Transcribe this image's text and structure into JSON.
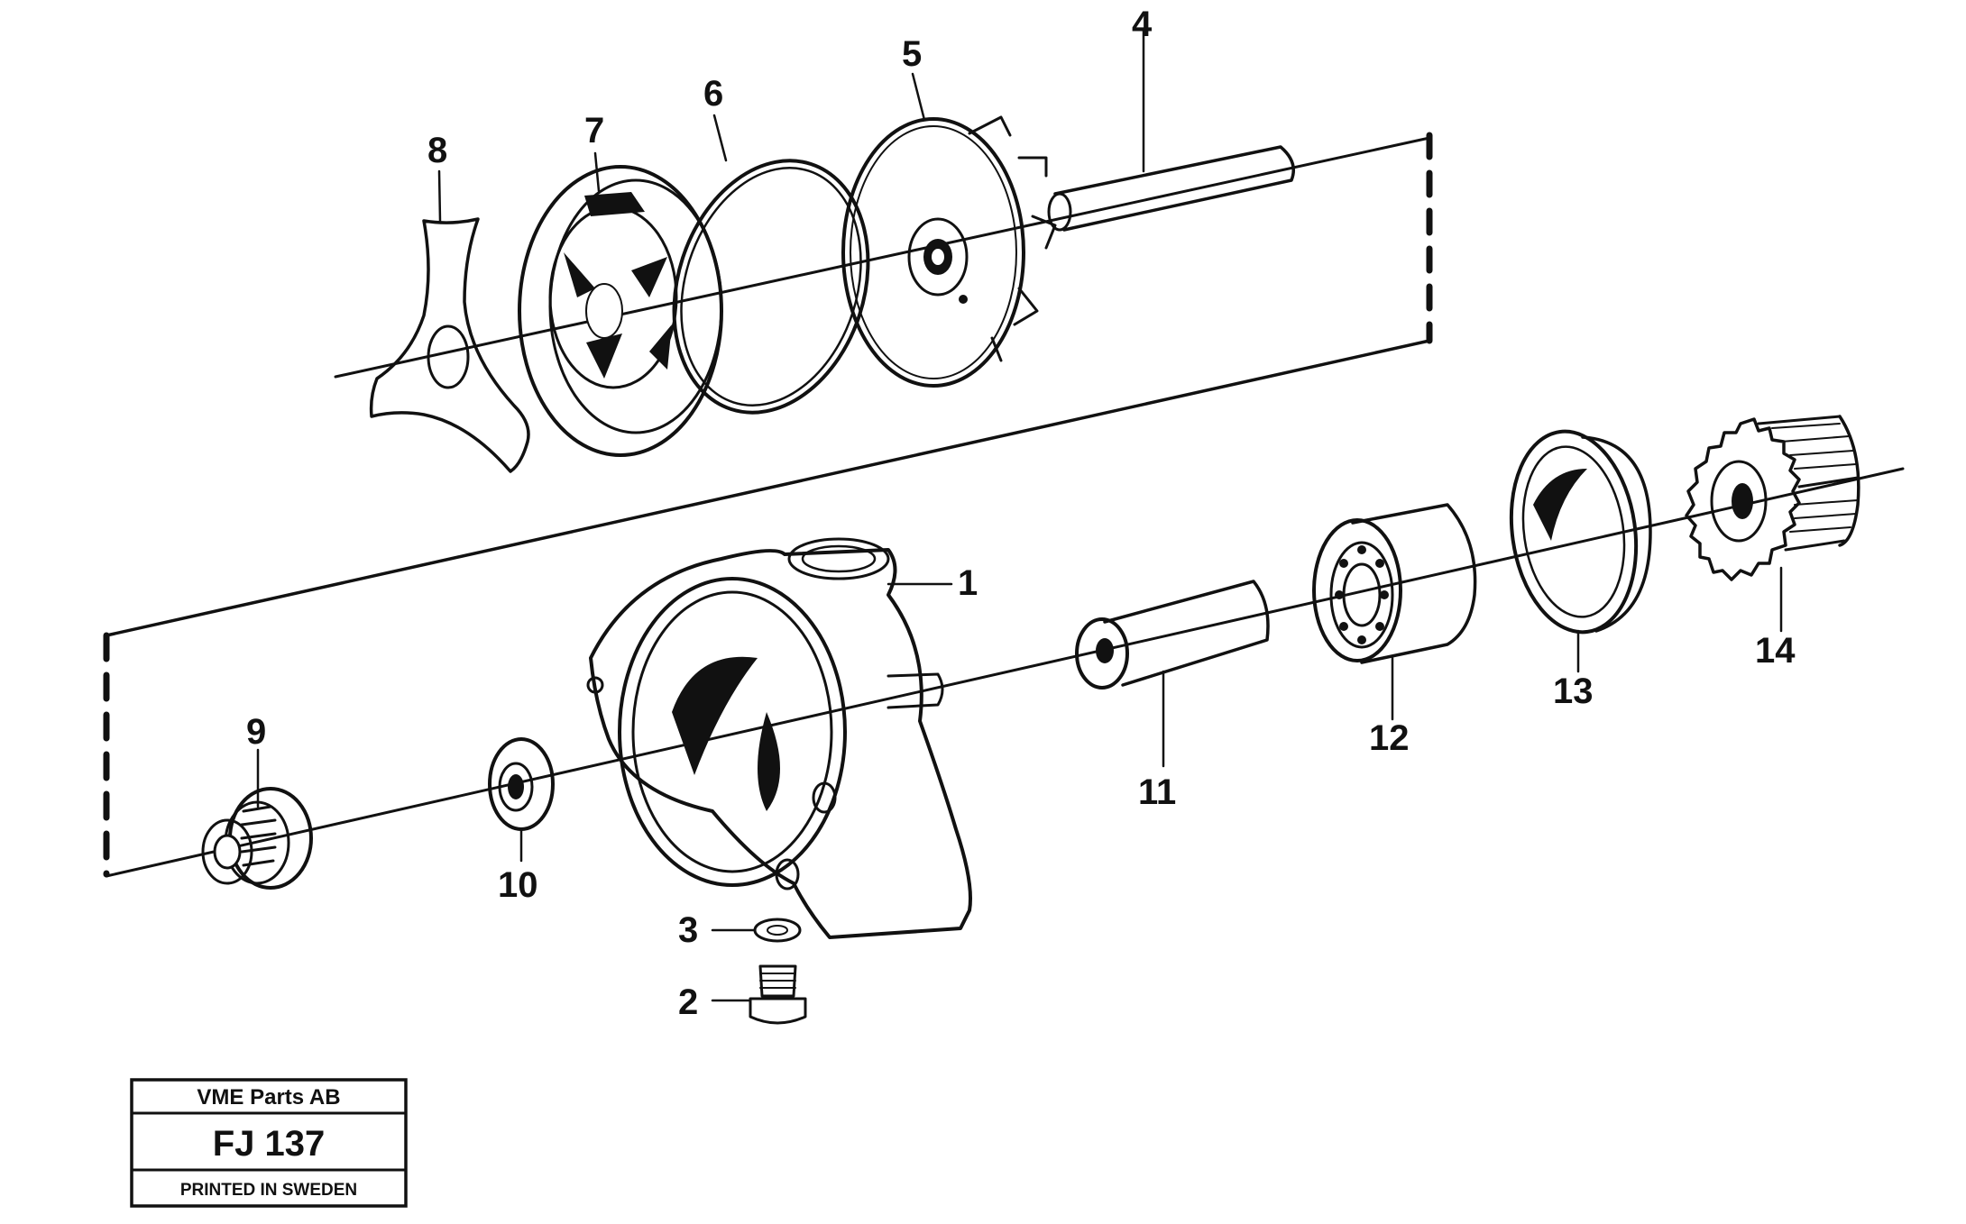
{
  "diagram": {
    "callouts": [
      "1",
      "2",
      "3",
      "4",
      "5",
      "6",
      "7",
      "8",
      "9",
      "10",
      "11",
      "12",
      "13",
      "14"
    ]
  },
  "title_block": {
    "company": "VME Parts AB",
    "code": "FJ 137",
    "footer": "PRINTED IN SWEDEN"
  }
}
